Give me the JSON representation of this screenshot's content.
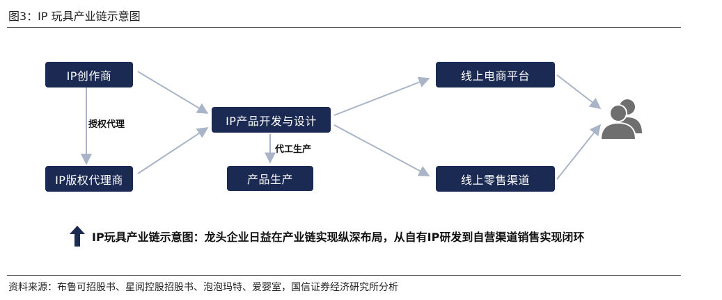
{
  "header": {
    "title": "图3：IP 玩具产业链示意图"
  },
  "diagram": {
    "nodes": {
      "ip_creator": "IP创作商",
      "ip_agent": "IP版权代理商",
      "dev_design": "IP产品开发与设计",
      "production": "产品生产",
      "online_ecom": "线上电商平台",
      "online_retail": "线上零售渠道"
    },
    "edge_labels": {
      "license": "授权代理",
      "oem": "代工生产"
    },
    "consumer_icon": "users-icon"
  },
  "summary": {
    "arrow_icon": "arrow-up-icon",
    "text": "IP玩具产业链示意图：龙头企业日益在产业链实现纵深布局，从自有IP研发到自营渠道销售实现闭环"
  },
  "footer": {
    "source": "资料来源：布鲁可招股书、星阅控股招股书、泡泡玛特、爱婴室，国信证券经济研究所分析"
  },
  "colors": {
    "node_fill": "#1b2a52",
    "arrow": "#a9b4c6",
    "summary_arrow": "#1b2a52"
  }
}
